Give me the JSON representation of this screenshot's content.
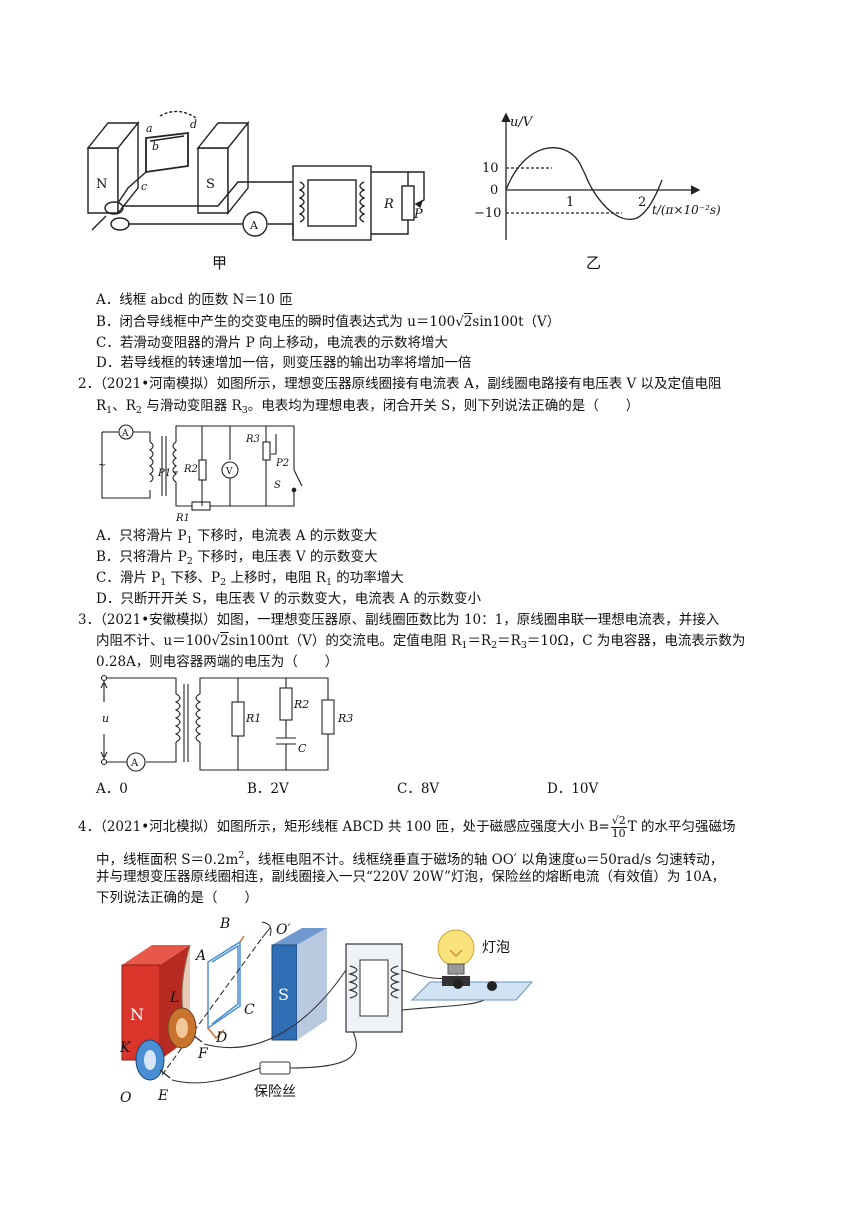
{
  "figures": {
    "fig1_left": {
      "caption": "甲",
      "labels": {
        "a": "a",
        "b": "b",
        "c": "c",
        "d": "d",
        "n": "N",
        "s": "S",
        "r": "R",
        "p": "P",
        "ammeter": "A"
      }
    },
    "fig1_right": {
      "caption": "乙",
      "y_axis": "u/V",
      "x_axis": "t/(π×10⁻²s)",
      "ticks": {
        "y_top": "10",
        "y_zero": "0",
        "y_bottom": "−10",
        "x_1": "1",
        "x_2": "2"
      }
    },
    "fig2": {
      "labels": {
        "a": "A",
        "v": "V",
        "r1": "R1",
        "r2": "R2",
        "r3": "R3",
        "p1": "P1",
        "p2": "P2",
        "s": "S",
        "ac": "~"
      }
    },
    "fig3": {
      "labels": {
        "u": "u",
        "a": "A",
        "r1": "R1",
        "r2": "R2",
        "r3": "R3",
        "c": "C"
      }
    },
    "fig4": {
      "labels": {
        "a": "A",
        "b": "B",
        "c": "C",
        "d": "D",
        "e": "E",
        "f": "F",
        "k": "K",
        "l": "L",
        "o": "O",
        "o2": "O′",
        "n": "N",
        "s": "S",
        "bulb": "灯泡",
        "fuse": "保险丝"
      }
    }
  },
  "q1": {
    "a": "A．线框 abcd 的匝数 N＝10 匝",
    "b_pre": "B．闭合导线框中产生的交变电压的瞬时值表达式为 u＝100",
    "b_rad": "2",
    "b_post": "sin100t（V）",
    "c": "C．若滑动变阻器的滑片 P 向上移动，电流表的示数将增大",
    "d": "D．若导线框的转速增加一倍，则变压器的输出功率将增加一倍"
  },
  "q2": {
    "stem1": "2．（2021•河南模拟）如图所示，理想变压器原线圈接有电流表 A，副线圈电路接有电压表 V 以及定值电阻",
    "stem2_r1": "R",
    "stem2_r1s": "1",
    "stem2_mid": "、R",
    "stem2_r2s": "2",
    "stem2_post": " 与滑动变阻器 R",
    "stem2_r3s": "3",
    "stem2_end": "。电表均为理想电表，闭合开关 S，则下列说法正确的是（　　）",
    "a_pre": "A．只将滑片 P",
    "a_sub": "1",
    "a_post": " 下移时，电流表 A 的示数变大",
    "b_pre": "B．只将滑片 P",
    "b_sub": "2",
    "b_post": " 下移时，电压表 V 的示数变大",
    "c_pre": "C．滑片 P",
    "c_sub1": "1",
    "c_mid": " 下移、P",
    "c_sub2": "2",
    "c_mid2": " 上移时，电阻 R",
    "c_sub3": "1",
    "c_post": " 的功率增大",
    "d": "D．只断开开关 S，电压表 V 的示数变大，电流表 A 的示数变小"
  },
  "q3": {
    "stem1": "3．（2021•安徽模拟）如图，一理想变压器原、副线圈匝数比为 10：1，原线圈串联一理想电流表，并接入",
    "stem2_pre": "内阻不计、u＝100",
    "stem2_rad": "2",
    "stem2_mid": "sin100πt（V）的交流电。定值电阻 R",
    "stem2_s1": "1",
    "stem2_eq1": "＝R",
    "stem2_s2": "2",
    "stem2_eq2": "＝R",
    "stem2_s3": "3",
    "stem2_end": "＝10Ω，C 为电容器，电流表示数为",
    "stem3": "0.28A，则电容器两端的电压为（　　）",
    "a": "A．0",
    "b": "B．2V",
    "c": "C．8V",
    "d": "D．10V"
  },
  "q4": {
    "stem1_pre": "4．（2021•河北模拟）如图所示，矩形线框 ABCD 共 100 匝，处于磁感应强度大小 B=",
    "frac_num": "√2",
    "frac_den": "10",
    "stem1_post": "T 的水平匀强磁场",
    "stem2_pre": "中，线框面积 S＝0.2m",
    "stem2_sup": "2",
    "stem2_post": "，线框电阻不计。线框绕垂直于磁场的轴 OO′ 以角速度ω＝50rad/s 匀速转动，",
    "stem3": "并与理想变压器原线圈相连，副线圈接入一只“220V 20W”灯泡，保险丝的熔断电流（有效值）为 10A，",
    "stem4": "下列说法正确的是（　　）"
  },
  "colors": {
    "magnet_n": "#d9352a",
    "magnet_s": "#2f6db5",
    "coil_wire": "#4a8fd4",
    "copper": "#c8742e"
  }
}
